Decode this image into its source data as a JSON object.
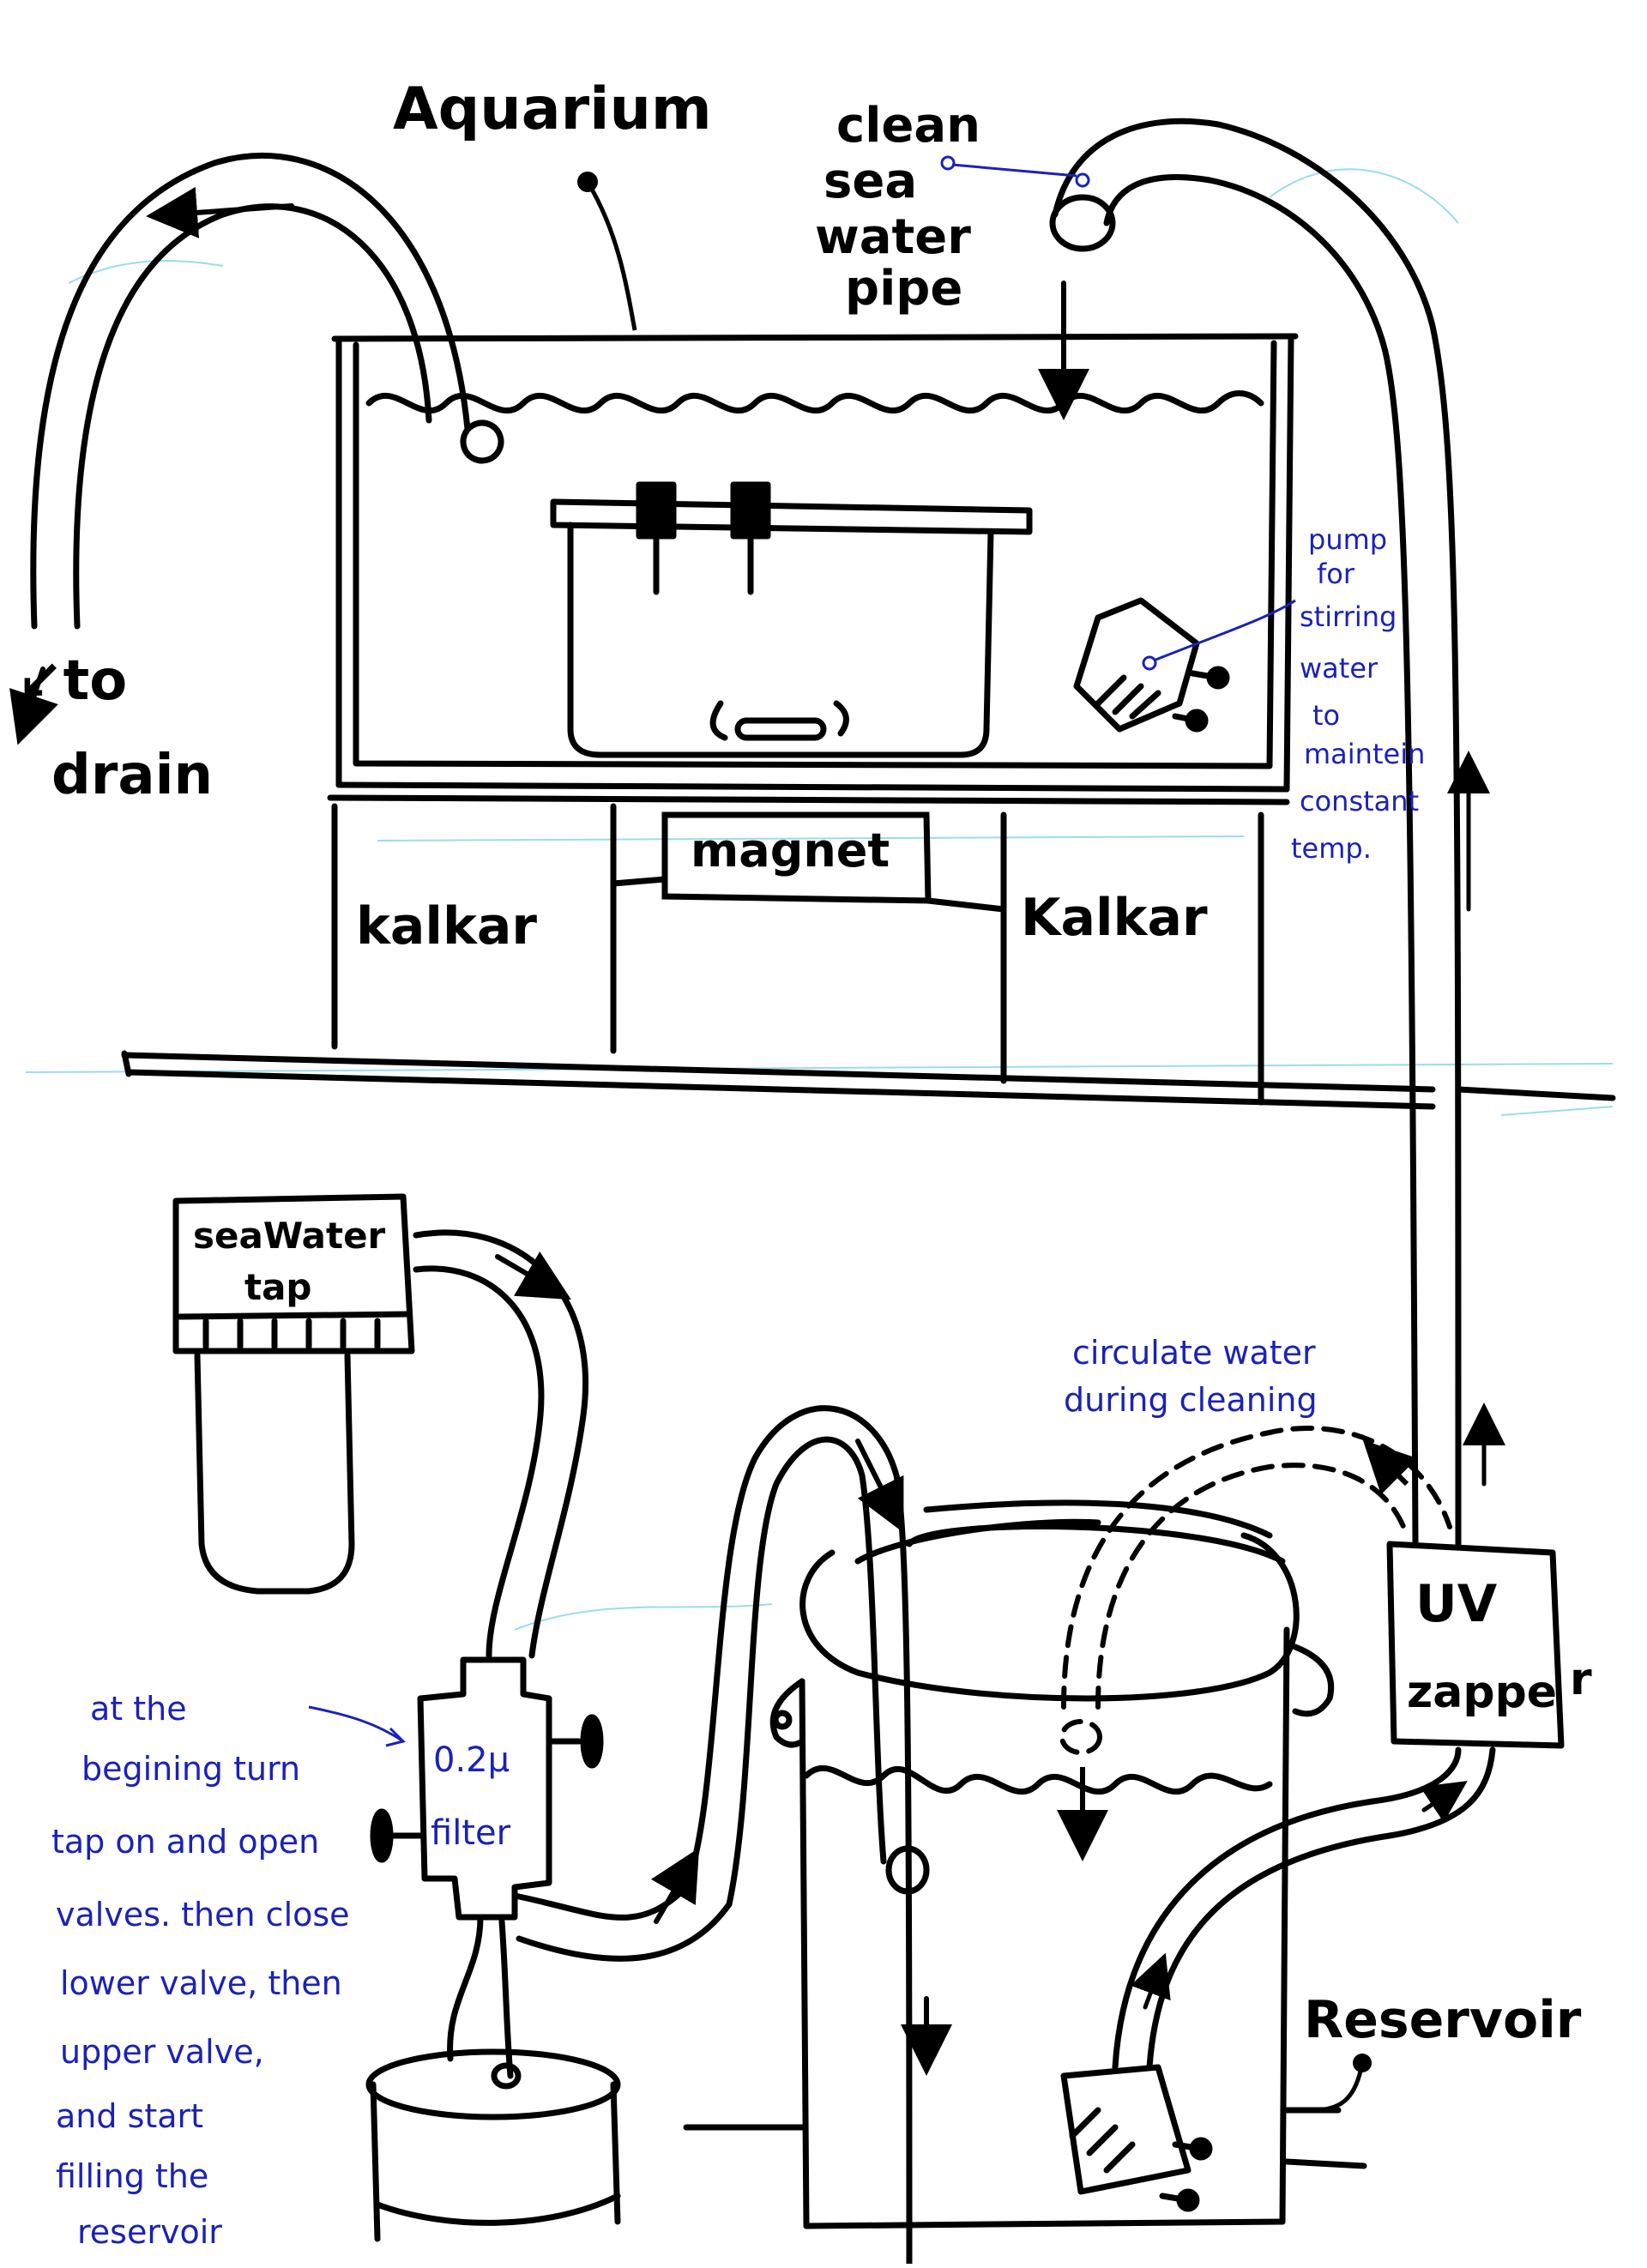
{
  "colors": {
    "ink": "#000000",
    "note_ink": "#1a22b8",
    "guide_line": "#7fd3e8",
    "paper": "#ffffff"
  },
  "labels": {
    "aquarium": "Aquarium",
    "clean_pipe": [
      "clean",
      "sea",
      "water",
      "pipe"
    ],
    "to_drain": [
      "↙to",
      "drain"
    ],
    "stir_pump": [
      "pump",
      "for",
      "stirring",
      "water",
      "to",
      "maintein",
      "constant",
      "temp."
    ],
    "magnet": "magnet",
    "kalkar_left": "kalkar",
    "kalkar_right": "Kalkar",
    "seawater_tap": [
      "seaWater",
      "tap"
    ],
    "filter": [
      "0.2μ",
      "filter"
    ],
    "instructions": [
      "at the",
      "begining turn",
      "tap on and open",
      "valves. then close",
      "lower valve, then",
      "upper valve,",
      "and start",
      "filling the",
      "reservoir"
    ],
    "circulate": [
      "circulate water",
      "during cleaning"
    ],
    "uv_zapper": [
      "UV",
      "zappe",
      "r"
    ],
    "reservoir": "Reservoir"
  }
}
